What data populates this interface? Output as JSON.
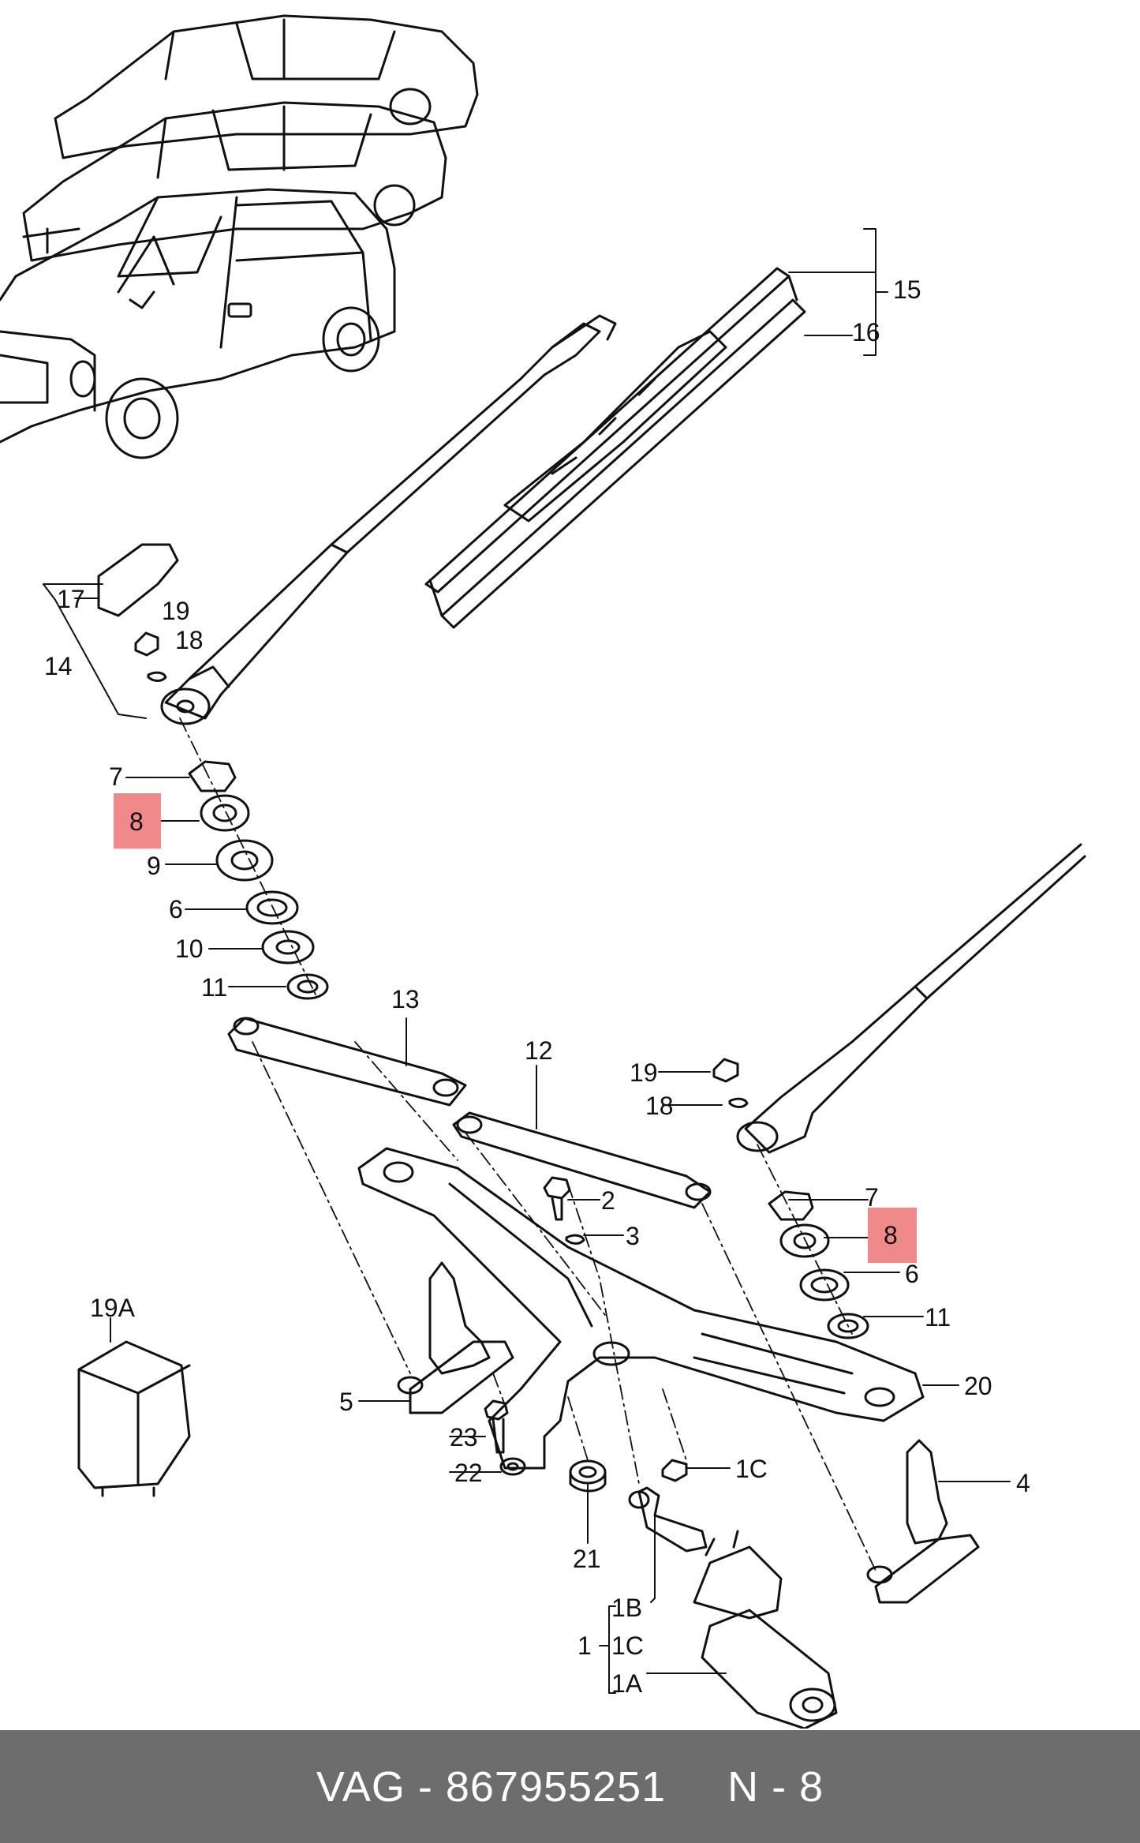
{
  "colors": {
    "highlight": "#f08a8a",
    "footer_bg": "#6d6d6d",
    "footer_text": "#ffffff",
    "ink": "#111111"
  },
  "callouts": [
    {
      "id": "15",
      "label": "15"
    },
    {
      "id": "16",
      "label": "16"
    },
    {
      "id": "17",
      "label": "17"
    },
    {
      "id": "14",
      "label": "14"
    },
    {
      "id": "19-left",
      "label": "19"
    },
    {
      "id": "18-left",
      "label": "18"
    },
    {
      "id": "7-left",
      "label": "7"
    },
    {
      "id": "8-left",
      "label": "8",
      "highlighted": true
    },
    {
      "id": "9",
      "label": "9"
    },
    {
      "id": "6-left",
      "label": "6"
    },
    {
      "id": "10",
      "label": "10"
    },
    {
      "id": "11-left",
      "label": "11"
    },
    {
      "id": "13",
      "label": "13"
    },
    {
      "id": "12",
      "label": "12"
    },
    {
      "id": "19-right",
      "label": "19"
    },
    {
      "id": "18-right",
      "label": "18"
    },
    {
      "id": "2",
      "label": "2"
    },
    {
      "id": "3",
      "label": "3"
    },
    {
      "id": "7-right",
      "label": "7"
    },
    {
      "id": "8-right",
      "label": "8",
      "highlighted": true
    },
    {
      "id": "6-right",
      "label": "6"
    },
    {
      "id": "11-right",
      "label": "11"
    },
    {
      "id": "19A",
      "label": "19A"
    },
    {
      "id": "20",
      "label": "20"
    },
    {
      "id": "5",
      "label": "5"
    },
    {
      "id": "23",
      "label": "23"
    },
    {
      "id": "22",
      "label": "22"
    },
    {
      "id": "1C-top",
      "label": "1C"
    },
    {
      "id": "4",
      "label": "4"
    },
    {
      "id": "21",
      "label": "21"
    },
    {
      "id": "1B",
      "label": "1B"
    },
    {
      "id": "1",
      "label": "1"
    },
    {
      "id": "1C",
      "label": "1C"
    },
    {
      "id": "1A",
      "label": "1A"
    }
  ],
  "footer": {
    "part": "VAG - 867955251",
    "ref": "N - 8"
  }
}
